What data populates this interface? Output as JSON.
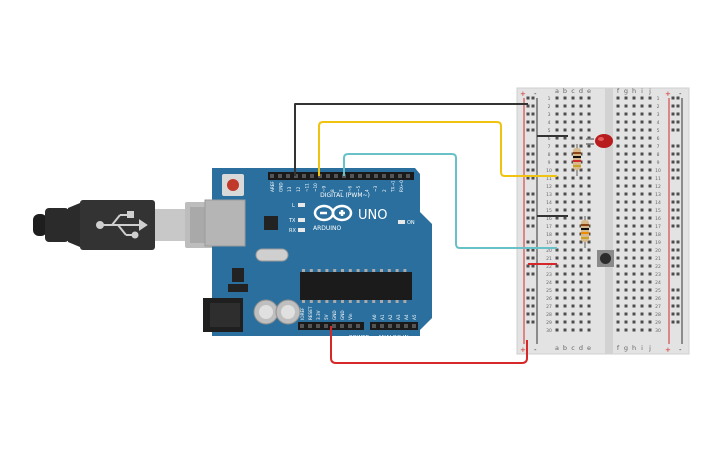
{
  "board": {
    "name": "UNO",
    "brand": "ARDUINO",
    "digital_label": "DIGITAL (PWM~)",
    "power_label": "POWER",
    "analog_label": "ANALOG IN",
    "on_label": "ON",
    "l_label": "L",
    "tx_label": "TX",
    "rx_label": "RX",
    "digital_pins": [
      "AREF",
      "GND",
      "13",
      "12",
      "~11",
      "~10",
      "~9",
      "8",
      "7",
      "~6",
      "~5",
      "4",
      "~3",
      "2",
      "TX→1",
      "RX←0"
    ],
    "power_pins": [
      "IOREF",
      "RESET",
      "3.3V",
      "5V",
      "GND",
      "GND",
      "Vin"
    ],
    "analog_pins": [
      "A0",
      "A1",
      "A2",
      "A3",
      "A4",
      "A5"
    ],
    "color": "#2a6f9e"
  },
  "breadboard": {
    "columns_left": [
      "a",
      "b",
      "c",
      "d",
      "e"
    ],
    "columns_right": [
      "f",
      "g",
      "h",
      "i",
      "j"
    ],
    "rows": 30,
    "rail_plus": "+",
    "rail_minus": "-"
  },
  "wire_colors": {
    "black": "#333333",
    "yellow": "#f0c30f",
    "cyan": "#69c1c8",
    "red": "#d62828",
    "gray": "#555555"
  },
  "components": {
    "led": {
      "color": "#b81d1d"
    },
    "resistor": {
      "body": "#d7b98c"
    },
    "button": {
      "color": "#2b2b2b"
    }
  }
}
